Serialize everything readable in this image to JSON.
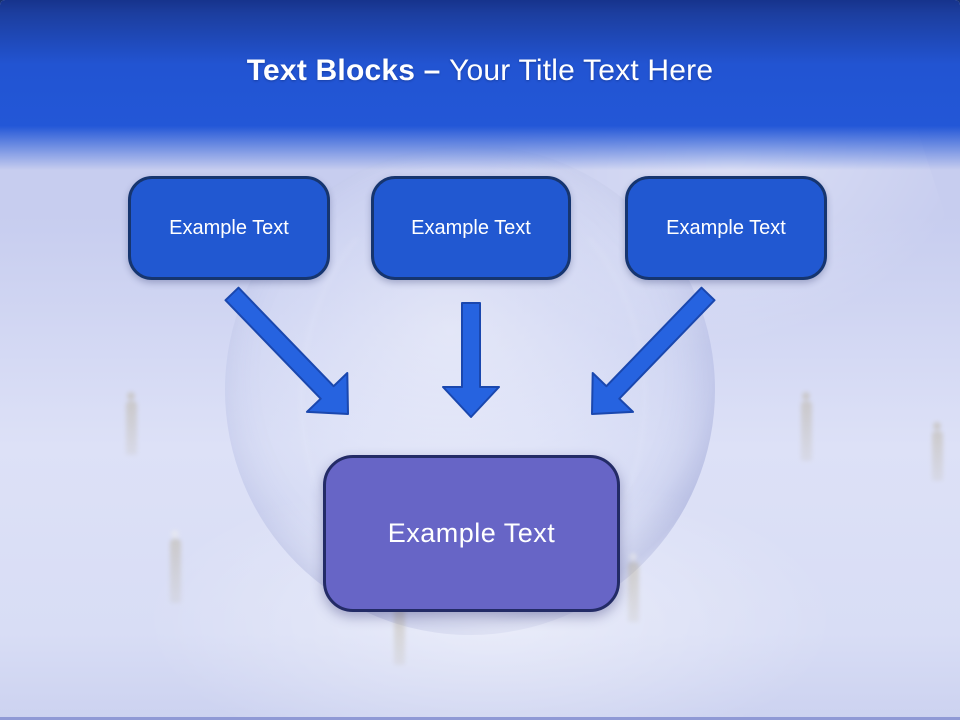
{
  "title": {
    "bold_part": "Text Blocks – ",
    "regular_part": "Your Title Text Here"
  },
  "blocks": [
    {
      "label": "Example Text"
    },
    {
      "label": "Example Text"
    },
    {
      "label": "Example Text"
    }
  ],
  "center_block": {
    "label": "Example Text"
  },
  "icons": {
    "arrow_left": "arrow-down-right",
    "arrow_middle": "arrow-down",
    "arrow_right": "arrow-down-left"
  },
  "colors": {
    "header-top": "#1c3e9f",
    "header-mid": "#2254d2",
    "bg-light": "#c7cdef",
    "bg-mid": "#dde1f7",
    "box-blue": "#2158d1",
    "box-border": "#16356f",
    "arrow-blue": "#2663e0",
    "arrow-border": "#1a47ae",
    "center-purple": "#6765c6",
    "center-border": "#232b66",
    "text-white": "#ffffff",
    "bottom-line": "#8f99d5",
    "figure-tan": "#b9b098"
  }
}
